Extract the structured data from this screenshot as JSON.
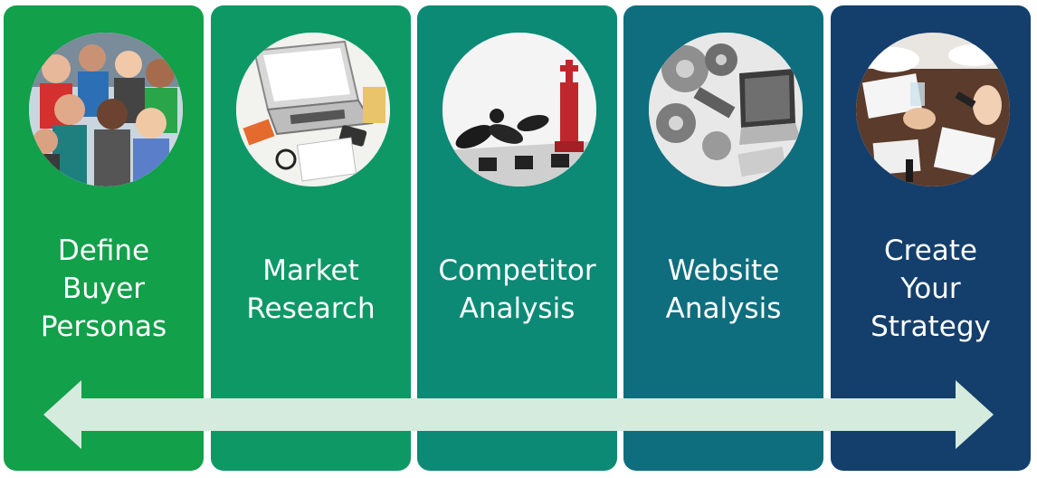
{
  "colors": {
    "panel_1": "#12A04A",
    "panel_2": "#0E9866",
    "panel_3": "#0C8A76",
    "panel_4": "#0F6E7E",
    "panel_5": "#143F6C",
    "arrow": "#D4EBDD"
  },
  "steps": [
    {
      "lines": [
        "Define",
        "Buyer",
        "Personas"
      ],
      "image": "people-crowd-photo"
    },
    {
      "lines": [
        "Market",
        "Research"
      ],
      "image": "laptop-desk-photo"
    },
    {
      "lines": [
        "Competitor",
        "Analysis"
      ],
      "image": "chess-pieces-photo"
    },
    {
      "lines": [
        "Website",
        "Analysis"
      ],
      "image": "gears-laptop-photo"
    },
    {
      "lines": [
        "Create",
        "Your",
        "Strategy"
      ],
      "image": "business-meeting-photo"
    }
  ],
  "arrow": {
    "type": "double-headed",
    "name": "double-arrow-icon"
  }
}
